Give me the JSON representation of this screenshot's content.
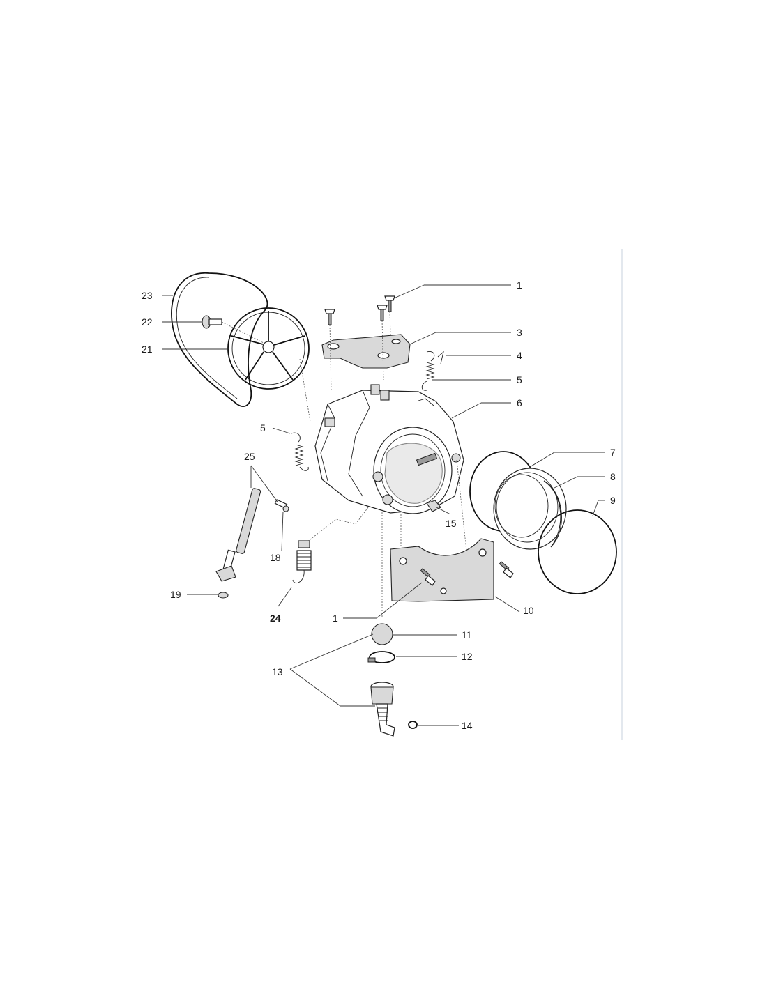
{
  "labels": {
    "l1a": "1",
    "l1b": "1",
    "l3": "3",
    "l4": "4",
    "l5a": "5",
    "l5b": "5",
    "l6": "6",
    "l7": "7",
    "l8": "8",
    "l9": "9",
    "l10": "10",
    "l11": "11",
    "l12": "12",
    "l13": "13",
    "l14": "14",
    "l15": "15",
    "l18": "18",
    "l19": "19",
    "l21": "21",
    "l22": "22",
    "l23": "23",
    "l24": "24",
    "l25": "25"
  },
  "colors": {
    "line": "#222222",
    "shade": "#d9d9d9",
    "background": "#ffffff"
  }
}
